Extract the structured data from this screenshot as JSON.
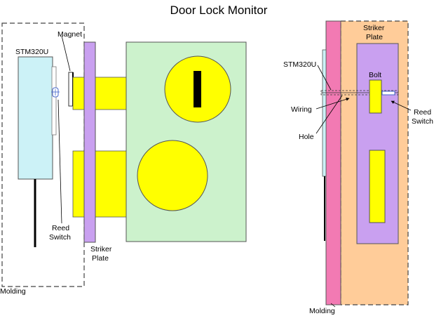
{
  "title": "Door Lock Monitor",
  "left_view": {
    "molding_label": "Molding",
    "sensor_label": "STM320U",
    "magnet_label": "Magnet",
    "reed_switch_label": [
      "Reed",
      "Switch"
    ],
    "striker_plate_label": [
      "Striker",
      "Plate"
    ]
  },
  "right_view": {
    "molding_label": "Molding",
    "striker_plate_label": [
      "Striker",
      "Plate"
    ],
    "sensor_label": "STM320U",
    "bolt_label": "Bolt",
    "wiring_label": "Wiring",
    "hole_label": "Hole",
    "reed_switch_label": [
      "Reed",
      "Switch"
    ]
  },
  "colors": {
    "sensor_body": "#ccf2f7",
    "striker_plate": "#c9a0f0",
    "lock_body": "#ccf2cc",
    "bolt": "#ffff00",
    "molding": "#f27ab3",
    "door_frame": "#ffcc99"
  }
}
